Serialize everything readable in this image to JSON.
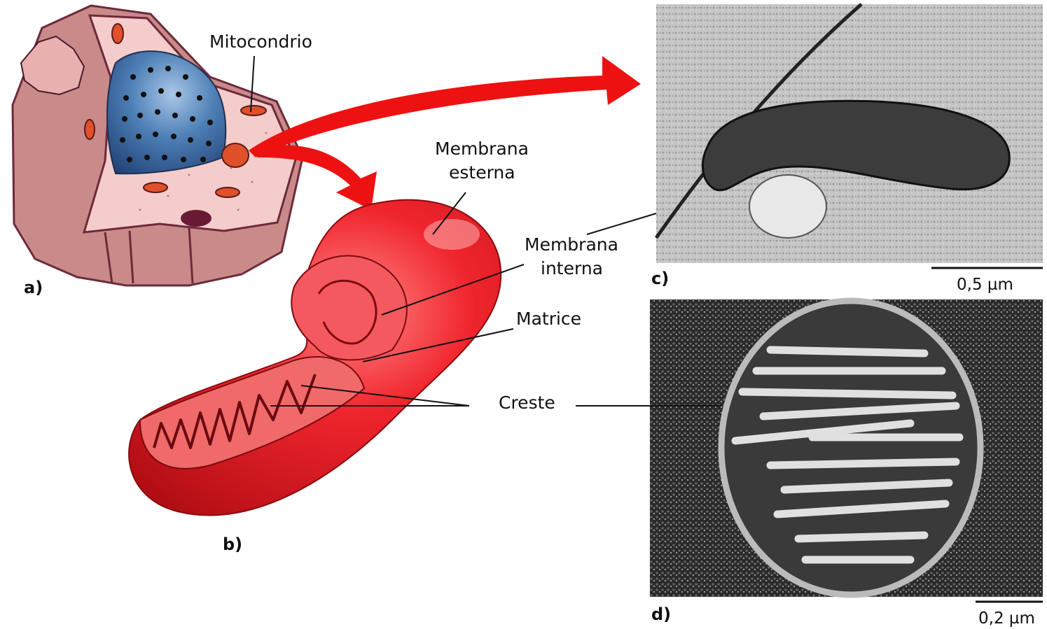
{
  "labels": {
    "mitocondrio": "Mitocondrio",
    "membrana_esterna_1": "Membrana",
    "membrana_esterna_2": "esterna",
    "membrana_interna_1": "Membrana",
    "membrana_interna_2": "interna",
    "matrice": "Matrice",
    "creste": "Creste"
  },
  "panels": {
    "a": "a)",
    "b": "b)",
    "c": "c)",
    "d": "d)"
  },
  "scale_bars": {
    "c": "0,5 µm",
    "d": "0,2 µm"
  },
  "colors": {
    "arrow": "#ee1111",
    "mito_red": "#e8202a",
    "cell_outer": "#c98a8a",
    "cell_inner": "#f5cccc",
    "nucleus": "#3f6fa6"
  }
}
